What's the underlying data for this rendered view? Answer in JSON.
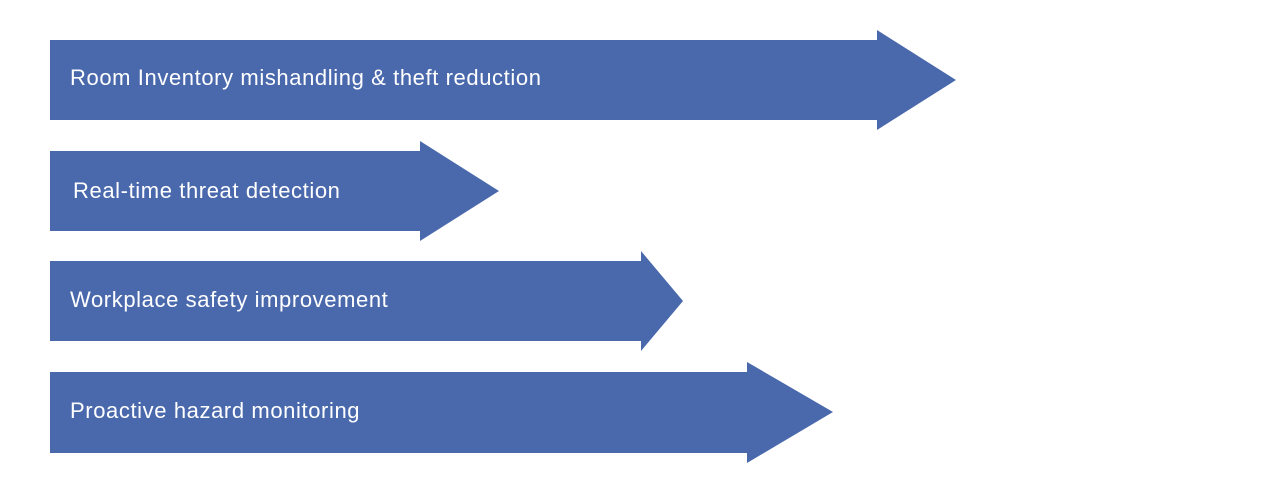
{
  "diagram": {
    "fill_color": "#4a69ad",
    "text_color": "#ffffff",
    "arrows": [
      {
        "label": "Room Inventory mishandling & theft reduction"
      },
      {
        "label": "Real-time threat detection"
      },
      {
        "label": "Workplace safety improvement"
      },
      {
        "label": "Proactive hazard monitoring"
      }
    ]
  }
}
